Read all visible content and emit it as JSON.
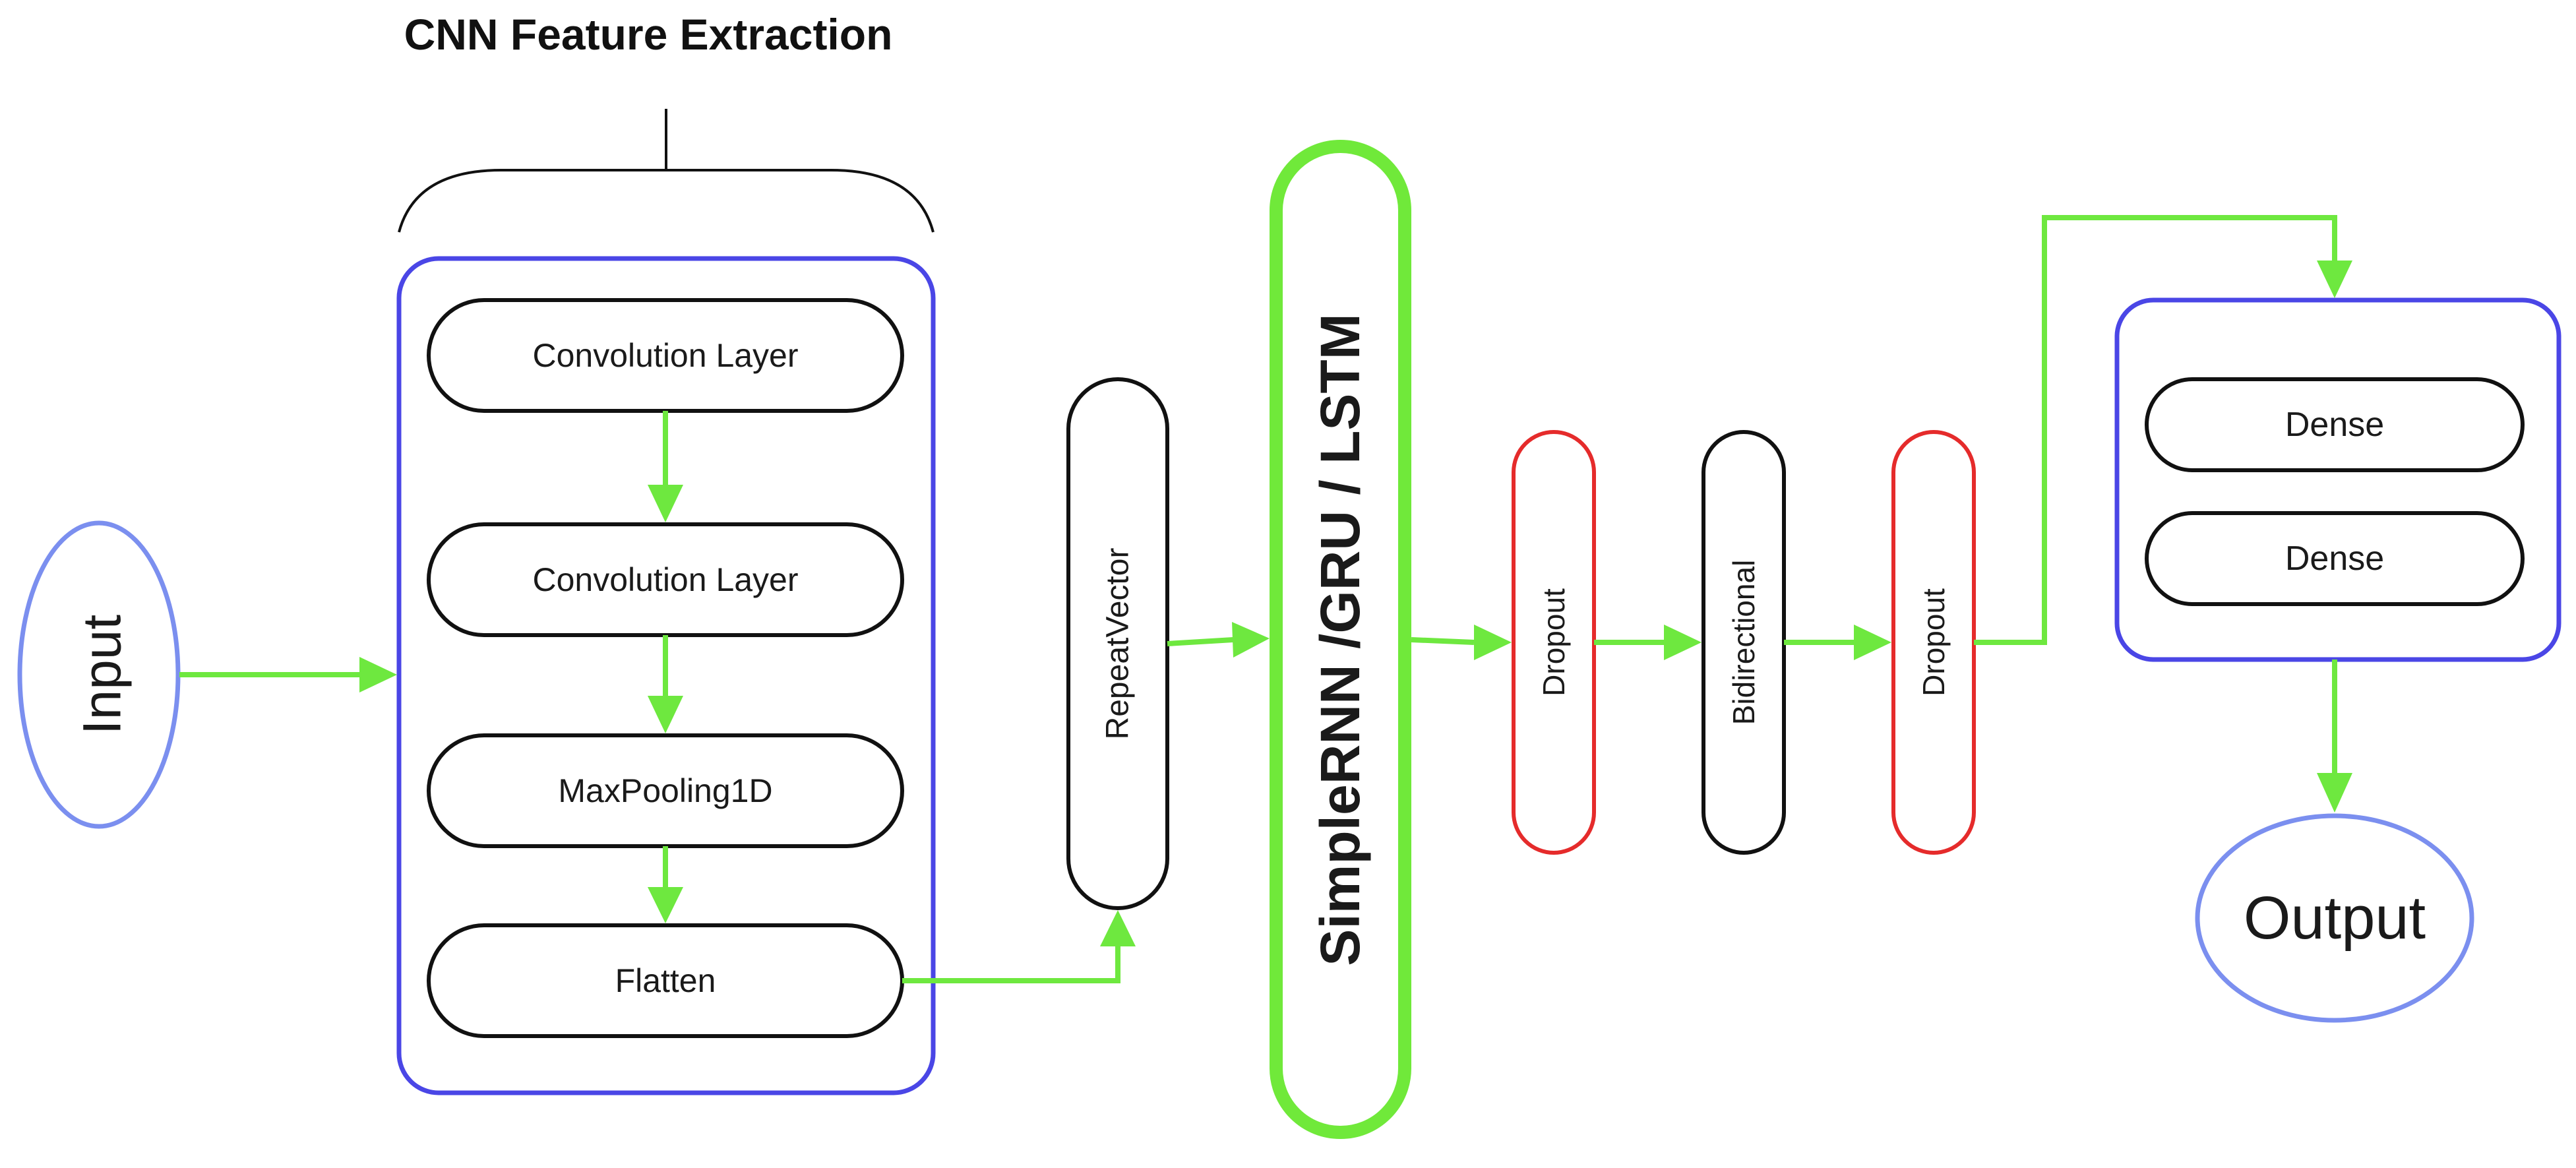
{
  "title": "CNN Feature Extraction",
  "colors": {
    "group_border": "#4a46e6",
    "io_border": "#7b8fef",
    "rnn_border": "#70e93a",
    "dropout_border": "#e52b2b",
    "node_border": "#111111",
    "arrow": "#6ee83f"
  },
  "nodes": {
    "input": "Input",
    "conv1": "Convolution Layer",
    "conv2": "Convolution Layer",
    "maxpool": "MaxPooling1D",
    "flatten": "Flatten",
    "repeat_vector": "RepeatVector",
    "rnn": "SimpleRNN /GRU / LSTM",
    "dropout1": "Dropout",
    "bidirectional": "Bidirectional",
    "dropout2": "Dropout",
    "dense1": "Dense",
    "dense2": "Dense",
    "output": "Output"
  }
}
